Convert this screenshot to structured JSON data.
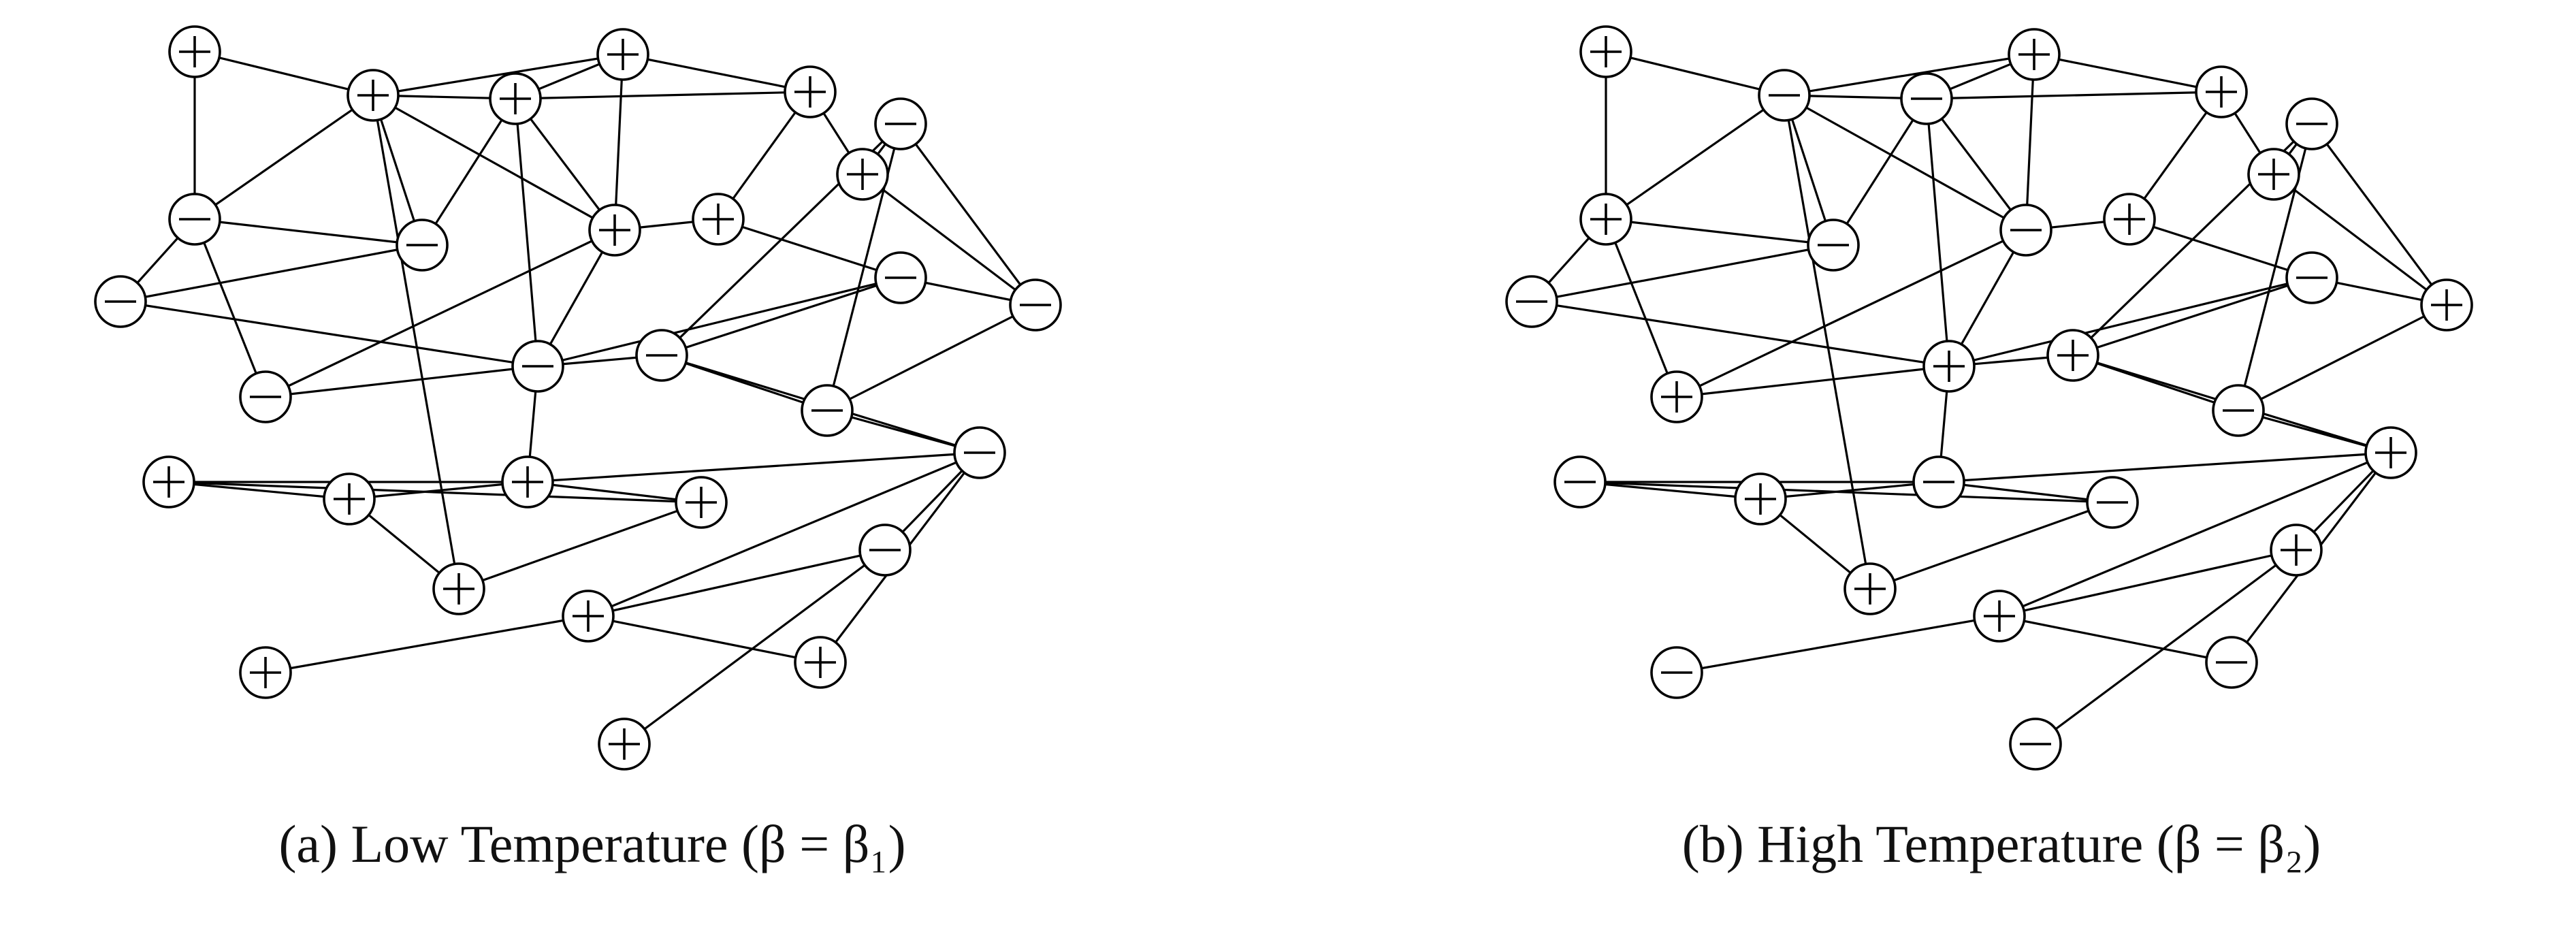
{
  "captions": {
    "a": "(a) Low Temperature (β = β₁)",
    "b": "(b) High Temperature (β = β₂)"
  },
  "graphs": [
    {
      "id": "a",
      "nodes": [
        {
          "id": 0,
          "spin": "+"
        },
        {
          "id": 1,
          "spin": "+"
        },
        {
          "id": 2,
          "spin": "+"
        },
        {
          "id": 3,
          "spin": "+"
        },
        {
          "id": 4,
          "spin": "+"
        },
        {
          "id": 5,
          "spin": "-"
        },
        {
          "id": 6,
          "spin": "+"
        },
        {
          "id": 7,
          "spin": "-"
        },
        {
          "id": 8,
          "spin": "+"
        },
        {
          "id": 9,
          "spin": "+"
        },
        {
          "id": 10,
          "spin": "-"
        },
        {
          "id": 11,
          "spin": "-"
        },
        {
          "id": 12,
          "spin": "-"
        },
        {
          "id": 13,
          "spin": "-"
        },
        {
          "id": 14,
          "spin": "-"
        },
        {
          "id": 15,
          "spin": "-"
        },
        {
          "id": 16,
          "spin": "-"
        },
        {
          "id": 17,
          "spin": "-"
        },
        {
          "id": 18,
          "spin": "+"
        },
        {
          "id": 19,
          "spin": "+"
        },
        {
          "id": 20,
          "spin": "+"
        },
        {
          "id": 21,
          "spin": "-"
        },
        {
          "id": 22,
          "spin": "+"
        },
        {
          "id": 23,
          "spin": "+"
        },
        {
          "id": 24,
          "spin": "+"
        },
        {
          "id": 25,
          "spin": "-"
        },
        {
          "id": 26,
          "spin": "+"
        },
        {
          "id": 27,
          "spin": "+"
        },
        {
          "id": 28,
          "spin": "+"
        }
      ]
    },
    {
      "id": "b",
      "nodes": [
        {
          "id": 0,
          "spin": "+"
        },
        {
          "id": 1,
          "spin": "-"
        },
        {
          "id": 2,
          "spin": "+"
        },
        {
          "id": 3,
          "spin": "-"
        },
        {
          "id": 4,
          "spin": "+"
        },
        {
          "id": 5,
          "spin": "+"
        },
        {
          "id": 6,
          "spin": "+"
        },
        {
          "id": 7,
          "spin": "-"
        },
        {
          "id": 8,
          "spin": "-"
        },
        {
          "id": 9,
          "spin": "+"
        },
        {
          "id": 10,
          "spin": "-"
        },
        {
          "id": 11,
          "spin": "+"
        },
        {
          "id": 12,
          "spin": "-"
        },
        {
          "id": 13,
          "spin": "+"
        },
        {
          "id": 14,
          "spin": "+"
        },
        {
          "id": 15,
          "spin": "-"
        },
        {
          "id": 16,
          "spin": "+"
        },
        {
          "id": 17,
          "spin": "-"
        },
        {
          "id": 18,
          "spin": "-"
        },
        {
          "id": 19,
          "spin": "+"
        },
        {
          "id": 20,
          "spin": "-"
        },
        {
          "id": 21,
          "spin": "+"
        },
        {
          "id": 22,
          "spin": "+"
        },
        {
          "id": 23,
          "spin": "-"
        },
        {
          "id": 24,
          "spin": "+"
        },
        {
          "id": 25,
          "spin": "+"
        },
        {
          "id": 26,
          "spin": "-"
        },
        {
          "id": 27,
          "spin": "-"
        },
        {
          "id": 28,
          "spin": "-"
        }
      ]
    }
  ],
  "edges": [
    [
      0,
      1
    ],
    [
      0,
      5
    ],
    [
      1,
      2
    ],
    [
      1,
      3
    ],
    [
      2,
      3
    ],
    [
      1,
      5
    ],
    [
      1,
      8
    ],
    [
      1,
      7
    ],
    [
      1,
      22
    ],
    [
      3,
      7
    ],
    [
      3,
      8
    ],
    [
      3,
      4
    ],
    [
      2,
      8
    ],
    [
      2,
      4
    ],
    [
      4,
      9
    ],
    [
      4,
      6
    ],
    [
      8,
      9
    ],
    [
      5,
      7
    ],
    [
      5,
      14
    ],
    [
      5,
      15
    ],
    [
      7,
      15
    ],
    [
      6,
      10
    ],
    [
      6,
      11
    ],
    [
      10,
      11
    ],
    [
      3,
      13
    ],
    [
      14,
      13
    ],
    [
      14,
      8
    ],
    [
      15,
      13
    ],
    [
      8,
      13
    ],
    [
      13,
      12
    ],
    [
      9,
      12
    ],
    [
      12,
      16
    ],
    [
      13,
      16
    ],
    [
      12,
      11
    ],
    [
      10,
      16
    ],
    [
      10,
      17
    ],
    [
      11,
      17
    ],
    [
      16,
      17
    ],
    [
      16,
      21
    ],
    [
      17,
      21
    ],
    [
      18,
      19
    ],
    [
      18,
      20
    ],
    [
      19,
      20
    ],
    [
      19,
      22
    ],
    [
      18,
      23
    ],
    [
      20,
      23
    ],
    [
      22,
      23
    ],
    [
      13,
      20
    ],
    [
      20,
      21
    ],
    [
      21,
      24
    ],
    [
      21,
      25
    ],
    [
      21,
      26
    ],
    [
      25,
      24
    ],
    [
      24,
      26
    ],
    [
      24,
      27
    ],
    [
      25,
      28
    ]
  ]
}
